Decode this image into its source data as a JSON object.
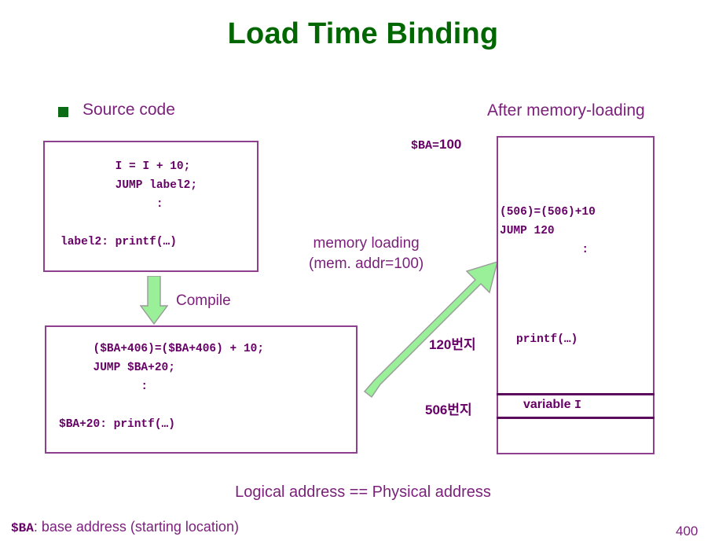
{
  "slide": {
    "title": "Load Time Binding",
    "page_number": "400",
    "title_color": "#006600",
    "text_color": "#7a1f7a",
    "code_color": "#660066",
    "box_border_color": "#8e3f8e",
    "arrow_fill_color": "#99f099",
    "bullet_color": "#0b6b16"
  },
  "left": {
    "source_heading": "Source code",
    "bullet_icon": "green-square-bullet",
    "source_code": "        I = I + 10;\n        JUMP label2;\n              :\n\nlabel2: printf(…)",
    "compile_label": "Compile",
    "compile_arrow_icon": "down-block-arrow",
    "compiled_code": "     ($BA+406)=($BA+406) + 10;\n     JUMP $BA+20;\n            :\n\n$BA+20: printf(…)"
  },
  "middle": {
    "memory_loading_text": "memory loading\n(mem. addr=100)",
    "memload_arrow_icon": "diagonal-up-right-block-arrow"
  },
  "right": {
    "after_heading": "After memory-loading",
    "ba_label_prefix": "$BA=",
    "ba_label_value": "100",
    "memory_code": "(506)=(506)+10\nJUMP 120\n            :",
    "memory_printf": "printf(…)",
    "variable_label_prefix": "variable",
    "variable_label_name": "I",
    "address_120": "120번지",
    "address_506": "506번지"
  },
  "footer": {
    "logical_note": "Logical address == Physical address",
    "ba_note_symbol": "$BA",
    "ba_note_text": ": base address (starting location)"
  }
}
